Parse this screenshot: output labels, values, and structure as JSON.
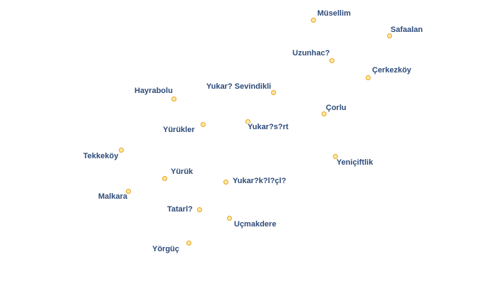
{
  "map": {
    "colors": {
      "label": "#2d4b7a",
      "marker_fill": "#fde9a6",
      "marker_stroke": "#e8a317"
    },
    "places": [
      {
        "id": "musellim",
        "name": "Müsellim"
      },
      {
        "id": "safaalan",
        "name": "Safaalan"
      },
      {
        "id": "uzunhac",
        "name": "Uzunhac?"
      },
      {
        "id": "cerkezkoy",
        "name": "Çerkezköy"
      },
      {
        "id": "hayrabolu",
        "name": "Hayrabolu"
      },
      {
        "id": "yukari-sevindikli",
        "name": "Yukar? Sevindikli"
      },
      {
        "id": "corlu",
        "name": "Çorlu"
      },
      {
        "id": "yurukler",
        "name": "Yürükler"
      },
      {
        "id": "yukarisirt",
        "name": "Yukar?s?rt"
      },
      {
        "id": "tekkekoy",
        "name": "Tekkeköy"
      },
      {
        "id": "yeniciftlik",
        "name": "Yeniçiftlik"
      },
      {
        "id": "yuruk",
        "name": "Yürük"
      },
      {
        "id": "yukarikilicli",
        "name": "Yukar?k?l?çl?"
      },
      {
        "id": "malkara",
        "name": "Malkara"
      },
      {
        "id": "tatarli",
        "name": "Tatarl?"
      },
      {
        "id": "ucmakdere",
        "name": "Uçmakdere"
      },
      {
        "id": "yorguc",
        "name": "Yörgüç"
      }
    ]
  }
}
